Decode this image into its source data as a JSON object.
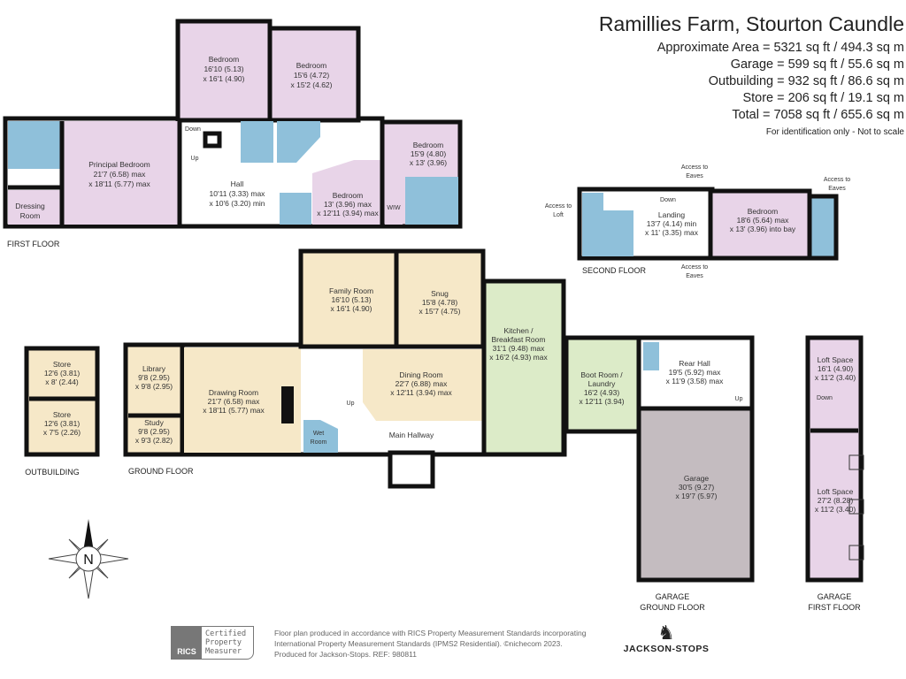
{
  "header": {
    "title": "Ramillies Farm, Stourton Caundle",
    "areas": [
      "Approximate Area = 5321 sq ft / 494.3 sq m",
      "Garage = 599 sq ft / 55.6 sq m",
      "Outbuilding = 932 sq ft / 86.6 sq m",
      "Store = 206 sq ft / 19.1 sq m",
      "Total = 7058 sq ft / 655.6 sq m"
    ],
    "note": "For identification only - Not to scale"
  },
  "floors": {
    "first": "FIRST FLOOR",
    "second": "SECOND FLOOR",
    "ground": "GROUND FLOOR",
    "outbuilding": "OUTBUILDING",
    "garage_ground": [
      "GARAGE",
      "GROUND FLOOR"
    ],
    "garage_first": [
      "GARAGE",
      "FIRST FLOOR"
    ]
  },
  "rooms": {
    "bed1": {
      "name": "Bedroom",
      "d1": "16'10 (5.13)",
      "d2": "x 16'1 (4.90)"
    },
    "bed2": {
      "name": "Bedroom",
      "d1": "15'6 (4.72)",
      "d2": "x 15'2 (4.62)"
    },
    "principal": {
      "name": "Principal Bedroom",
      "d1": "21'7 (6.58) max",
      "d2": "x 18'11 (5.77) max"
    },
    "dressing": {
      "name": "Dressing",
      "d1": "Room"
    },
    "hall": {
      "name": "Hall",
      "d1": "10'11 (3.33) max",
      "d2": "x 10'6 (3.20) min"
    },
    "bed3": {
      "name": "Bedroom",
      "d1": "13' (3.96) max",
      "d2": "x 12'11 (3.94) max"
    },
    "bed4": {
      "name": "Bedroom",
      "d1": "15'9 (4.80)",
      "d2": "x 13' (3.96)"
    },
    "wiw": {
      "name": "WIW"
    },
    "landing": {
      "name": "Landing",
      "d1": "13'7 (4.14) min",
      "d2": "x 11' (3.35) max"
    },
    "bed5": {
      "name": "Bedroom",
      "d1": "18'6 (5.64) max",
      "d2": "x 13' (3.96) into bay"
    },
    "family": {
      "name": "Family Room",
      "d1": "16'10 (5.13)",
      "d2": "x 16'1 (4.90)"
    },
    "snug": {
      "name": "Snug",
      "d1": "15'8 (4.78)",
      "d2": "x 15'7 (4.75)"
    },
    "kitchen": {
      "name": "Kitchen /",
      "name2": "Breakfast Room",
      "d1": "31'1 (9.48) max",
      "d2": "x 16'2 (4.93) max"
    },
    "library": {
      "name": "Library",
      "d1": "9'8 (2.95)",
      "d2": "x 9'8 (2.95)"
    },
    "study": {
      "name": "Study",
      "d1": "9'8 (2.95)",
      "d2": "x 9'3 (2.82)"
    },
    "drawing": {
      "name": "Drawing Room",
      "d1": "21'7 (6.58) max",
      "d2": "x 18'11 (5.77) max"
    },
    "dining": {
      "name": "Dining Room",
      "d1": "22'7 (6.88) max",
      "d2": "x 12'11 (3.94) max"
    },
    "wet": {
      "name": "Wet",
      "d1": "Room"
    },
    "hallway": {
      "name": "Main Hallway"
    },
    "boot": {
      "name": "Boot Room /",
      "name2": "Laundry",
      "d1": "16'2 (4.93)",
      "d2": "x 12'11 (3.94)"
    },
    "rear": {
      "name": "Rear Hall",
      "d1": "19'5 (5.92) max",
      "d2": "x 11'9 (3.58) max"
    },
    "garage": {
      "name": "Garage",
      "d1": "30'5 (9.27)",
      "d2": "x 19'7 (5.97)"
    },
    "loft1": {
      "name": "Loft Space",
      "d1": "16'1 (4.90)",
      "d2": "x 11'2 (3.40)"
    },
    "loft2": {
      "name": "Loft Space",
      "d1": "27'2 (8.28)",
      "d2": "x 11'2 (3.40)"
    },
    "store1": {
      "name": "Store",
      "d1": "12'6 (3.81)",
      "d2": "x 8' (2.44)"
    },
    "store2": {
      "name": "Store",
      "d1": "12'6 (3.81)",
      "d2": "x 7'5 (2.26)"
    }
  },
  "annotations": {
    "down": "Down",
    "up": "Up",
    "access_loft": [
      "Access to",
      "Loft"
    ],
    "access_eaves": [
      "Access to",
      "Eaves"
    ]
  },
  "compass": {
    "label": "N"
  },
  "footer": {
    "rics_logo": "RICS",
    "cert": [
      "Certified",
      "Property",
      "Measurer"
    ],
    "disclaimer": [
      "Floor plan produced in accordance with RICS Property Measurement Standards incorporating",
      "International Property Measurement Standards (IPMS2 Residential).  ©nichecom 2023.",
      "Produced for Jackson-Stops.   REF: 980811"
    ],
    "brand": "JACKSON-STOPS"
  },
  "colors": {
    "bedroom": "#e8d4e8",
    "bathroom": "#8fc0da",
    "reception": "#f6e8c8",
    "kitchen": "#dcebc8",
    "garage": "#c4bcc0",
    "wall": "#111111"
  }
}
